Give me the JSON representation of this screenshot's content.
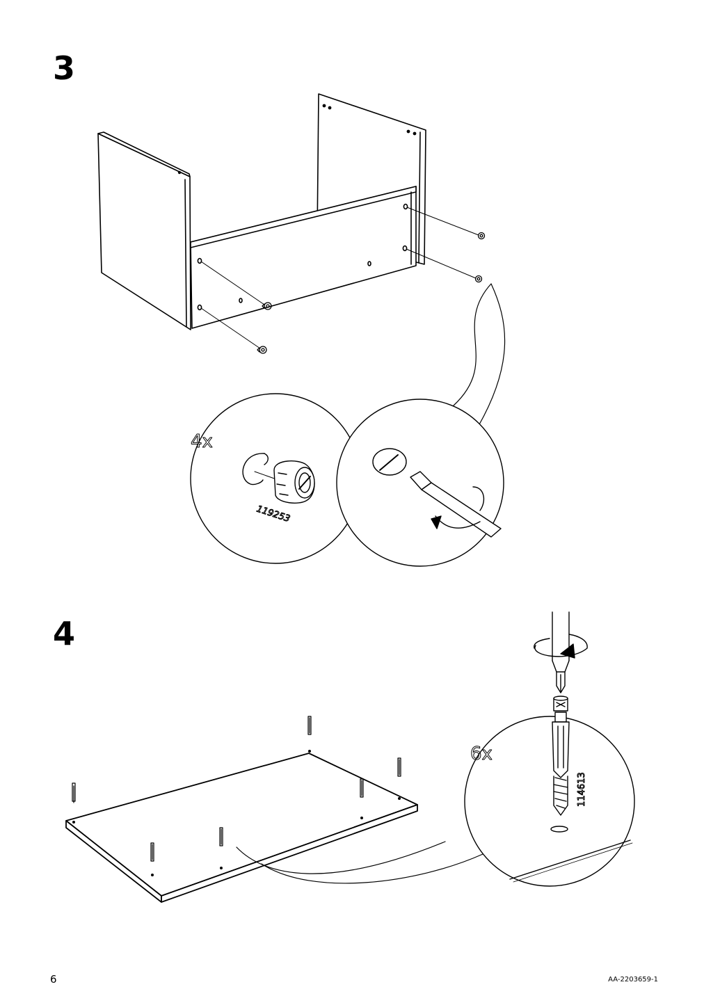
{
  "steps": [
    {
      "number": "3",
      "quantity": "4x",
      "part_number": "119253"
    },
    {
      "number": "4",
      "quantity": "6x",
      "part_number": "114613"
    }
  ],
  "footer": {
    "page_number": "6",
    "document_id": "AA-2203659-1"
  }
}
